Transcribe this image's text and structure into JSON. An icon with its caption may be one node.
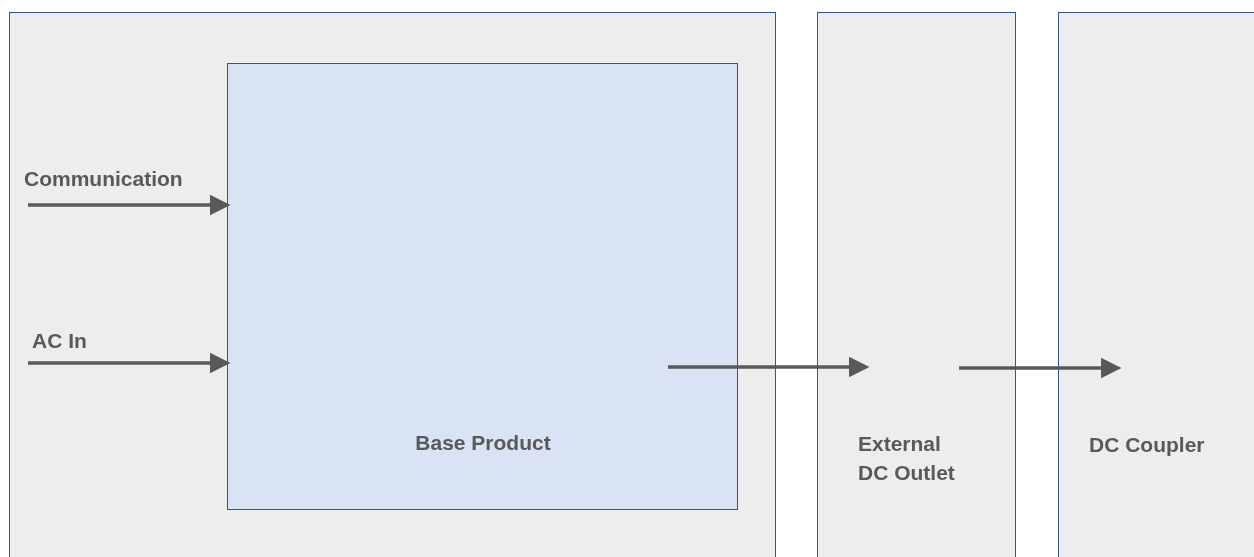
{
  "diagram": {
    "nodes": [
      {
        "text": [],
        "shape": "box"
      },
      {
        "text": [
          "Base Product"
        ],
        "in": 0
      },
      {
        "text": [
          "External DC Outlet"
        ]
      },
      {
        "text": [
          "DC Coupler"
        ]
      }
    ],
    "edges": [
      {
        "from": null,
        "to": 1,
        "arrow": "to",
        "label": "Communication"
      },
      {
        "from": null,
        "to": 1,
        "arrow": "to",
        "label": "AC In"
      },
      {
        "from": 1,
        "to": 2,
        "arrow": "to"
      },
      {
        "from": 2,
        "to": 3,
        "arrow": "to"
      }
    ]
  }
}
